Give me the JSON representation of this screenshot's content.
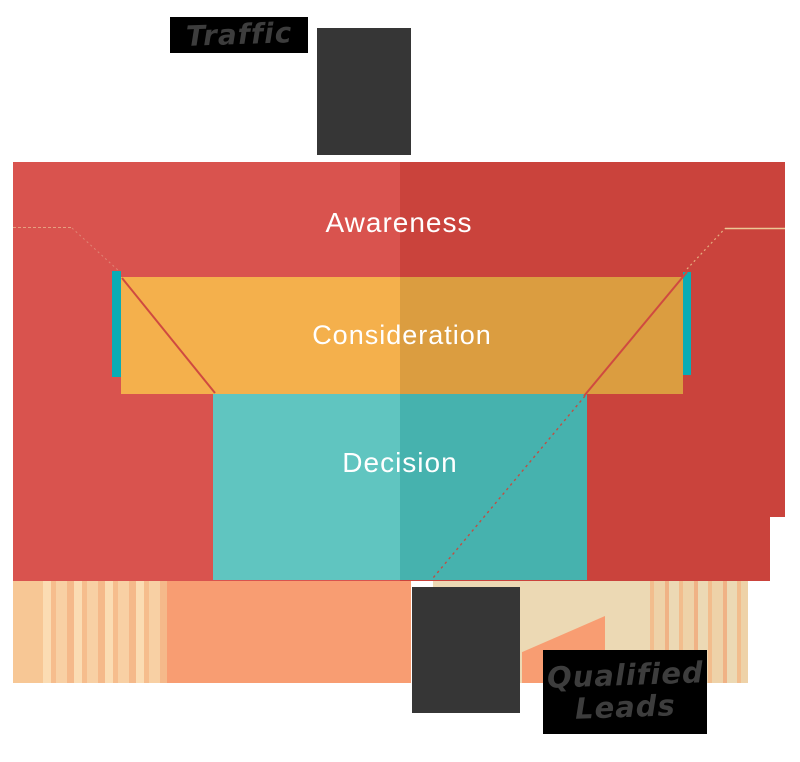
{
  "diagram": {
    "type": "marketing-funnel",
    "input_label": "Traffic",
    "output_label_line1": "Qualified",
    "output_label_line2": "Leads",
    "stages": [
      {
        "label": "Awareness"
      },
      {
        "label": "Consideration"
      },
      {
        "label": "Decision"
      }
    ]
  },
  "palette": {
    "red-left": "#d9534e",
    "red-right": "#ca433c",
    "orange-left": "#f4b04c",
    "orange-right": "#db9d40",
    "teal-left": "#60c5c0",
    "teal-right": "#46b2ae",
    "teal-accent": "#0aacb5",
    "dark-block": "#363636",
    "label-bg": "#000000",
    "label-ink": "#3d3d3d",
    "stage-text": "#ffffff",
    "peach-light": "#f7c795",
    "peach-stripe-a": "#fbdcb3",
    "peach-stripe-b": "#f6bd8d",
    "orange-bottom": "#f89d72",
    "cream": "#ecd9b4",
    "funnel-line": "#cf4a40",
    "funnel-line-dotted": "#bf4f44",
    "rim-line": "#eac28d",
    "rim-line-left": "#e3a58f"
  }
}
